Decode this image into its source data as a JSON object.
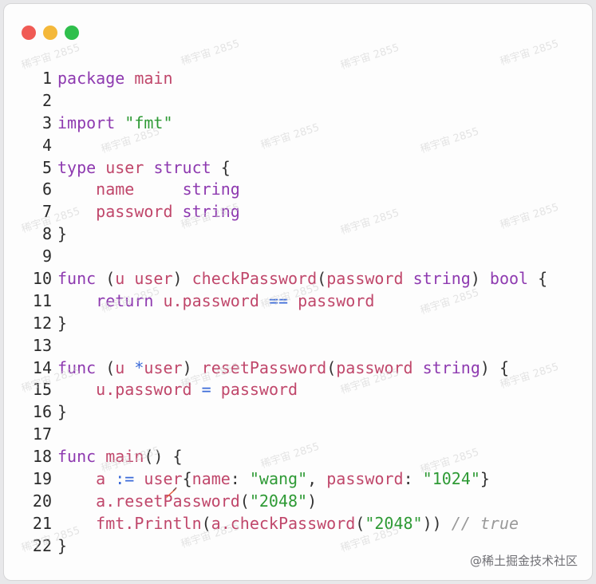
{
  "window": {
    "traffic_lights": [
      "close",
      "minimize",
      "zoom"
    ]
  },
  "code": {
    "lines": [
      {
        "n": "1",
        "tokens": [
          [
            "kw",
            "package"
          ],
          [
            "punc",
            " "
          ],
          [
            "ident",
            "main"
          ]
        ]
      },
      {
        "n": "2",
        "tokens": []
      },
      {
        "n": "3",
        "tokens": [
          [
            "kw",
            "import"
          ],
          [
            "punc",
            " "
          ],
          [
            "str",
            "\"fmt\""
          ]
        ]
      },
      {
        "n": "4",
        "tokens": []
      },
      {
        "n": "5",
        "tokens": [
          [
            "kw",
            "type"
          ],
          [
            "punc",
            " "
          ],
          [
            "ident",
            "user"
          ],
          [
            "punc",
            " "
          ],
          [
            "kw",
            "struct"
          ],
          [
            "punc",
            " {"
          ]
        ]
      },
      {
        "n": "6",
        "tokens": [
          [
            "punc",
            "    "
          ],
          [
            "ident",
            "name"
          ],
          [
            "punc",
            "     "
          ],
          [
            "type",
            "string"
          ]
        ]
      },
      {
        "n": "7",
        "tokens": [
          [
            "punc",
            "    "
          ],
          [
            "ident",
            "password"
          ],
          [
            "punc",
            " "
          ],
          [
            "type",
            "string"
          ]
        ]
      },
      {
        "n": "8",
        "tokens": [
          [
            "punc",
            "}"
          ]
        ]
      },
      {
        "n": "9",
        "tokens": []
      },
      {
        "n": "10",
        "tokens": [
          [
            "kw",
            "func"
          ],
          [
            "punc",
            " ("
          ],
          [
            "ident",
            "u user"
          ],
          [
            "punc",
            ") "
          ],
          [
            "ident",
            "checkPassword"
          ],
          [
            "punc",
            "("
          ],
          [
            "ident",
            "password"
          ],
          [
            "punc",
            " "
          ],
          [
            "type",
            "string"
          ],
          [
            "punc",
            ") "
          ],
          [
            "type",
            "bool"
          ],
          [
            "punc",
            " {"
          ]
        ]
      },
      {
        "n": "11",
        "tokens": [
          [
            "punc",
            "    "
          ],
          [
            "kw",
            "return"
          ],
          [
            "punc",
            " "
          ],
          [
            "ident",
            "u.password"
          ],
          [
            "punc",
            " "
          ],
          [
            "op",
            "=="
          ],
          [
            "punc",
            " "
          ],
          [
            "ident",
            "password"
          ]
        ]
      },
      {
        "n": "12",
        "tokens": [
          [
            "punc",
            "}"
          ]
        ]
      },
      {
        "n": "13",
        "tokens": []
      },
      {
        "n": "14",
        "tokens": [
          [
            "kw",
            "func"
          ],
          [
            "punc",
            " ("
          ],
          [
            "ident",
            "u "
          ],
          [
            "op",
            "*"
          ],
          [
            "ident",
            "user"
          ],
          [
            "punc",
            ") "
          ],
          [
            "ident",
            "resetPassword"
          ],
          [
            "punc",
            "("
          ],
          [
            "ident",
            "password"
          ],
          [
            "punc",
            " "
          ],
          [
            "type",
            "string"
          ],
          [
            "punc",
            ") {"
          ]
        ]
      },
      {
        "n": "15",
        "tokens": [
          [
            "punc",
            "    "
          ],
          [
            "ident",
            "u.password"
          ],
          [
            "punc",
            " "
          ],
          [
            "op",
            "="
          ],
          [
            "punc",
            " "
          ],
          [
            "ident",
            "password"
          ]
        ]
      },
      {
        "n": "16",
        "tokens": [
          [
            "punc",
            "}"
          ]
        ]
      },
      {
        "n": "17",
        "tokens": []
      },
      {
        "n": "18",
        "tokens": [
          [
            "kw",
            "func"
          ],
          [
            "punc",
            " "
          ],
          [
            "ident",
            "main"
          ],
          [
            "punc",
            "() {"
          ]
        ]
      },
      {
        "n": "19",
        "tokens": [
          [
            "punc",
            "    "
          ],
          [
            "ident",
            "a"
          ],
          [
            "punc",
            " "
          ],
          [
            "op",
            ":="
          ],
          [
            "punc",
            " "
          ],
          [
            "ident",
            "user"
          ],
          [
            "punc",
            "{"
          ],
          [
            "ident",
            "name"
          ],
          [
            "punc",
            ": "
          ],
          [
            "str",
            "\"wang\""
          ],
          [
            "punc",
            ", "
          ],
          [
            "ident",
            "password"
          ],
          [
            "punc",
            ": "
          ],
          [
            "str",
            "\"1024\""
          ],
          [
            "punc",
            "}"
          ]
        ]
      },
      {
        "n": "20",
        "tokens": [
          [
            "punc",
            "    "
          ],
          [
            "ident",
            "a.resetPassword"
          ],
          [
            "punc",
            "("
          ],
          [
            "str",
            "\"2048\""
          ],
          [
            "punc",
            ")"
          ]
        ]
      },
      {
        "n": "21",
        "tokens": [
          [
            "punc",
            "    "
          ],
          [
            "ident",
            "fmt.Println"
          ],
          [
            "punc",
            "("
          ],
          [
            "ident",
            "a.checkPassword"
          ],
          [
            "punc",
            "("
          ],
          [
            "str",
            "\"2048\""
          ],
          [
            "punc",
            "))"
          ],
          [
            "punc",
            " "
          ],
          [
            "comment",
            "// true"
          ]
        ]
      },
      {
        "n": "22",
        "tokens": [
          [
            "punc",
            "}"
          ]
        ]
      }
    ]
  },
  "watermark_text": "稀宇宙 2855",
  "brand": "@稀土掘金技术社区"
}
